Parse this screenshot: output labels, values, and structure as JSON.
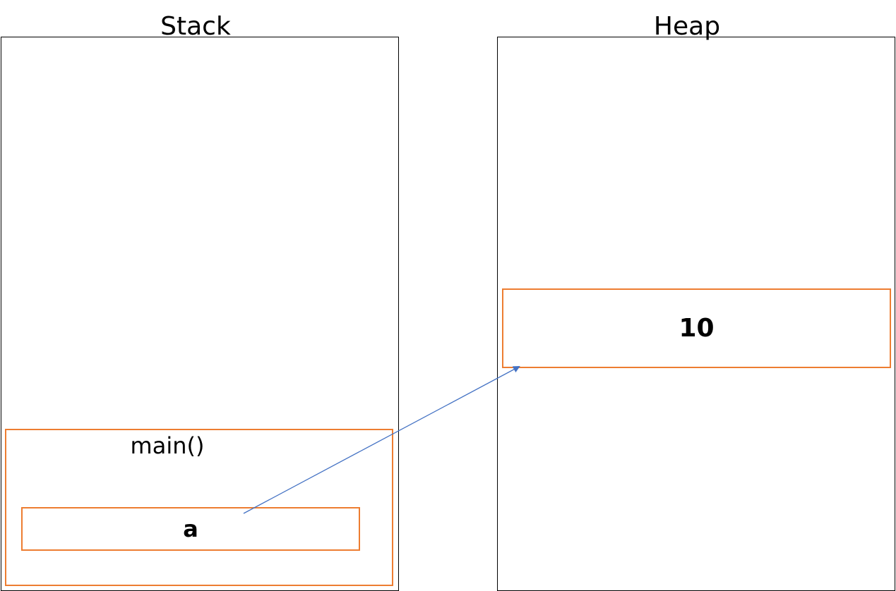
{
  "stack": {
    "title": "Stack",
    "frame_label": "main()",
    "variable_name": "a"
  },
  "heap": {
    "title": "Heap",
    "object_value": "10"
  },
  "colors": {
    "panel_border": "#000000",
    "frame_border": "#ED7D31",
    "arrow": "#4472C4"
  }
}
